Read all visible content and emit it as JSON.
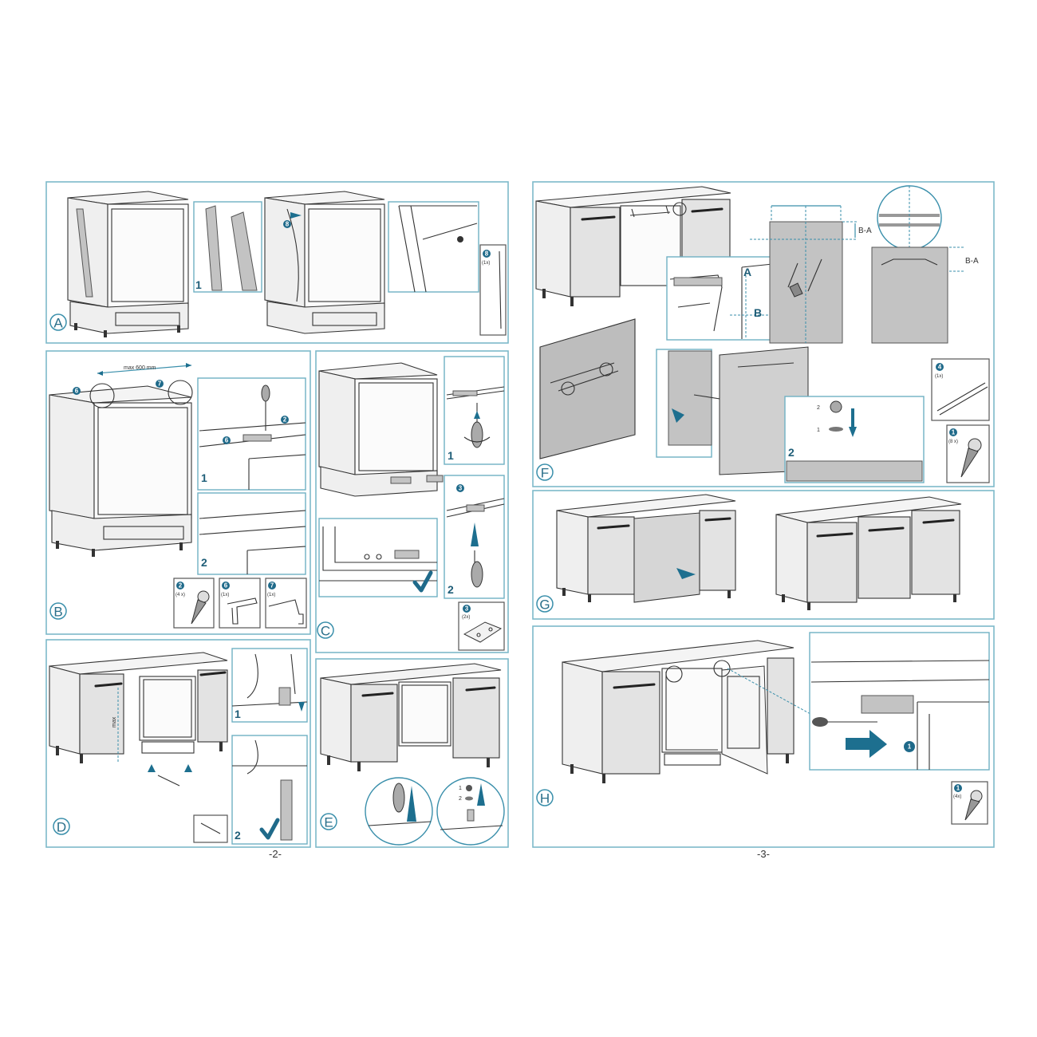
{
  "pages": [
    {
      "number_label": "-2-"
    },
    {
      "number_label": "-3-"
    }
  ],
  "panels": {
    "A": {
      "letter": "A",
      "steps": [
        "1"
      ],
      "callout": "8",
      "parts": [
        {
          "number": "8",
          "count": "(1x)"
        }
      ]
    },
    "B": {
      "letter": "B",
      "dimension": "max 600 mm",
      "callouts": [
        "6",
        "7",
        "2"
      ],
      "steps": [
        "1",
        "2"
      ],
      "parts": [
        {
          "number": "2",
          "count": "(4 x)"
        },
        {
          "number": "6",
          "count": "(1x)"
        },
        {
          "number": "7",
          "count": "(1x)"
        }
      ]
    },
    "C": {
      "letter": "C",
      "steps": [
        "1",
        "2"
      ],
      "callouts": [
        "3"
      ],
      "parts": [
        {
          "number": "3",
          "count": "(2x)"
        }
      ]
    },
    "D": {
      "letter": "D",
      "dimension": "max",
      "steps": [
        "1",
        "2"
      ]
    },
    "E": {
      "letter": "E",
      "steps": [
        "1",
        "2"
      ]
    },
    "F": {
      "letter": "F",
      "labels": [
        "A",
        "B"
      ],
      "dimension": "B-A",
      "steps": [
        "2",
        "1",
        "2"
      ],
      "parts": [
        {
          "number": "4",
          "count": "(1x)"
        },
        {
          "number": "1",
          "count": "(8 x)"
        }
      ]
    },
    "G": {
      "letter": "G"
    },
    "H": {
      "letter": "H",
      "callout": "1",
      "parts": [
        {
          "number": "1",
          "count": "(4x)"
        }
      ]
    }
  },
  "colors": {
    "frame": "#7db9ca",
    "accent": "#1f6a8a",
    "panel_grey": "#c3c3c3"
  }
}
